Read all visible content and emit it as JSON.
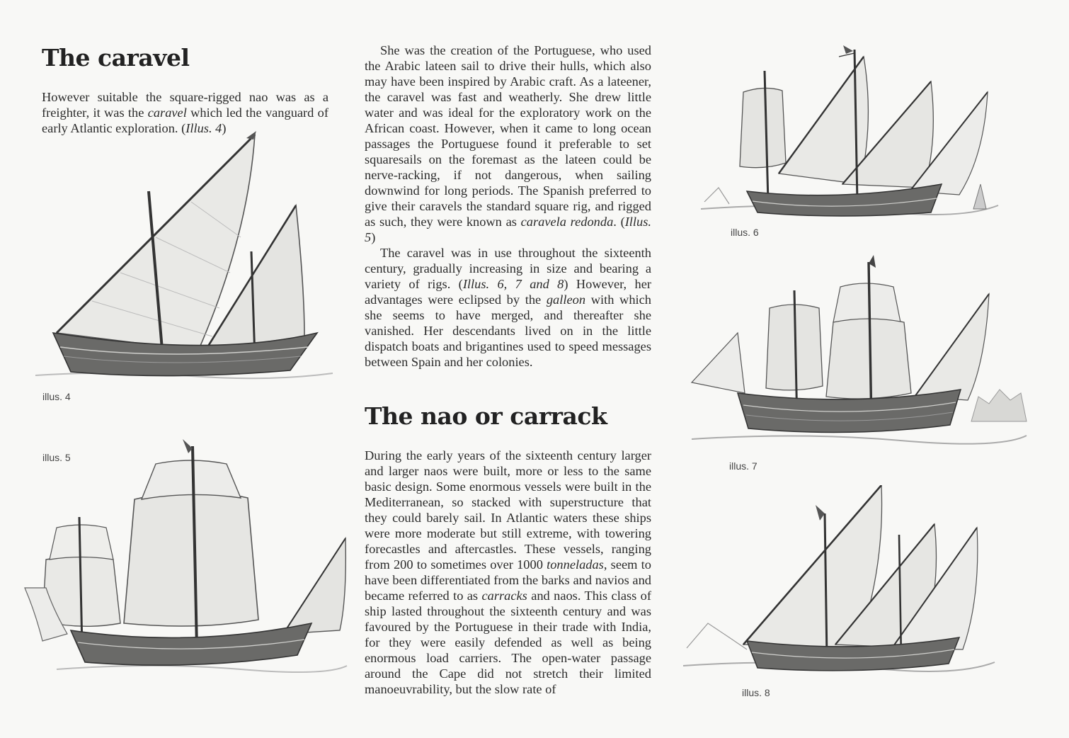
{
  "left": {
    "heading": "The caravel",
    "intro": {
      "p1": "However suitable the square-rigged nao was as a freighter, it was the ",
      "em1": "caravel",
      "p2": " which led the vanguard of early Atlantic exploration. (",
      "em2": "Illus. 4",
      "p3": ")"
    },
    "caption_4": "illus. 4",
    "caption_5": "illus. 5"
  },
  "middle": {
    "para1": {
      "p1": "She was the creation of the Portuguese, who used the Arabic lateen sail to drive their hulls, which also may have been inspired by Arabic craft. As a lateener, the caravel was fast and weatherly. She drew little water and was ideal for the exploratory work on the African coast. However, when it came to long ocean passages the Portuguese found it preferable to set squaresails on the foremast as the lateen could be nerve-racking, if not dangerous, when sailing downwind for long periods. The Spanish preferred to give their caravels the standard square rig, and rigged as such, they were known as ",
      "em1": "caravela redonda",
      "p2": ". (",
      "em2": "Illus. 5",
      "p3": ")"
    },
    "para2": {
      "p1": "The caravel was in use throughout the sixteenth century, gradually increasing in size and bearing a variety of rigs. (",
      "em1": "Illus. 6, 7 and 8",
      "p2": ") However, her advantages were eclipsed by the ",
      "em2": "galleon",
      "p3": " with which she seems to have merged, and thereafter she vanished. Her descendants lived on in the little dispatch boats and brigantines used to speed messages between Spain and her colonies."
    },
    "heading2": "The nao or carrack",
    "para3": {
      "p1": "During the early years of the sixteenth century larger and larger naos were built, more or less to the same basic design. Some enormous vessels were built in the Mediterranean, so stacked with superstructure that they could barely sail. In Atlantic waters these ships were more moderate but still extreme, with towering forecastles and aftercastles. These vessels, ranging from 200 to sometimes over 1000 ",
      "em1": "tonneladas",
      "p2": ", seem to have been differentiated from the barks and navios and became referred to as ",
      "em2": "carracks",
      "p3": " and naos. This class of ship lasted throughout the sixteenth century and was favoured by the Portuguese in their trade with India, for they were easily defended as well as being enormous load carriers. The open-water passage around the Cape did not stretch their limited manoeuvrability, but the slow rate of"
    }
  },
  "right": {
    "caption_6": "illus. 6",
    "caption_7": "illus. 7",
    "caption_8": "illus. 8"
  },
  "colors": {
    "ink": "#2b2b2b",
    "sail": "#e9e9e6",
    "hull": "#5a5a58",
    "paper": "#f8f8f6"
  }
}
